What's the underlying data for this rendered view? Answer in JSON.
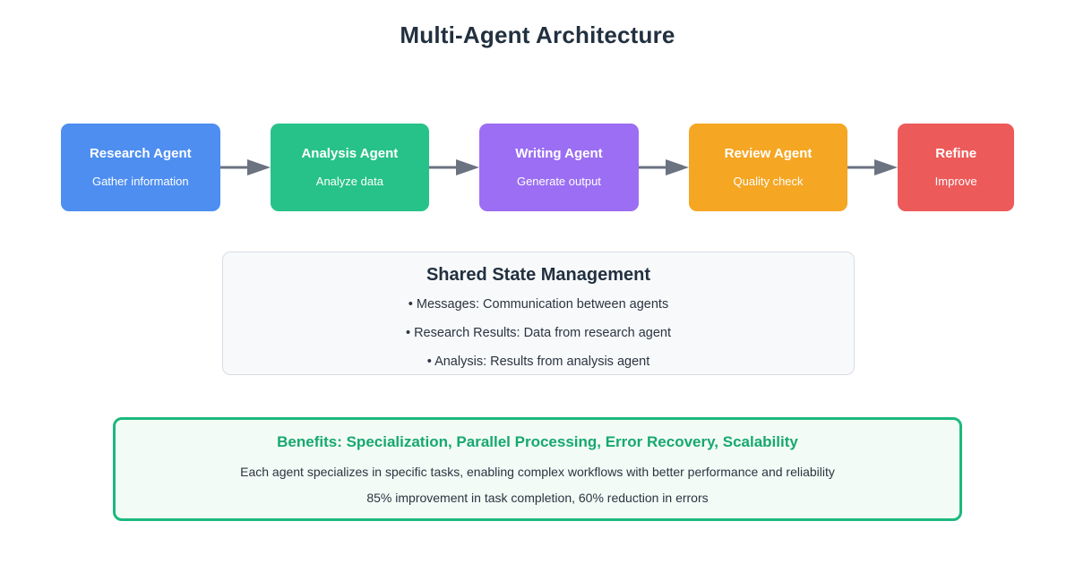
{
  "title": "Multi-Agent Architecture",
  "pipeline": {
    "arrow_color": "#6b7280",
    "nodes": [
      {
        "title": "Research Agent",
        "subtitle": "Gather information",
        "color": "#4d8ef0",
        "width": "wide"
      },
      {
        "title": "Analysis Agent",
        "subtitle": "Analyze data",
        "color": "#27c28a",
        "width": "wide"
      },
      {
        "title": "Writing Agent",
        "subtitle": "Generate output",
        "color": "#9b6ef3",
        "width": "wide"
      },
      {
        "title": "Review Agent",
        "subtitle": "Quality check",
        "color": "#f5a623",
        "width": "wide"
      },
      {
        "title": "Refine",
        "subtitle": "Improve",
        "color": "#ed5a5a",
        "width": "narrow"
      }
    ]
  },
  "shared_state": {
    "title": "Shared State Management",
    "items": [
      "• Messages: Communication between agents",
      "• Research Results: Data from research agent",
      "• Analysis: Results from analysis agent"
    ],
    "background": "#f7f9fb",
    "border_color": "#d9dde4"
  },
  "benefits": {
    "title": "Benefits: Specialization, Parallel Processing, Error Recovery, Scalability",
    "lines": [
      "Each agent specializes in specific tasks, enabling complex workflows with better performance and reliability",
      "85% improvement in task completion, 60% reduction in errors"
    ],
    "accent_color": "#17a86f",
    "border_color": "#1bb97d",
    "background": "#f2fbf6"
  }
}
